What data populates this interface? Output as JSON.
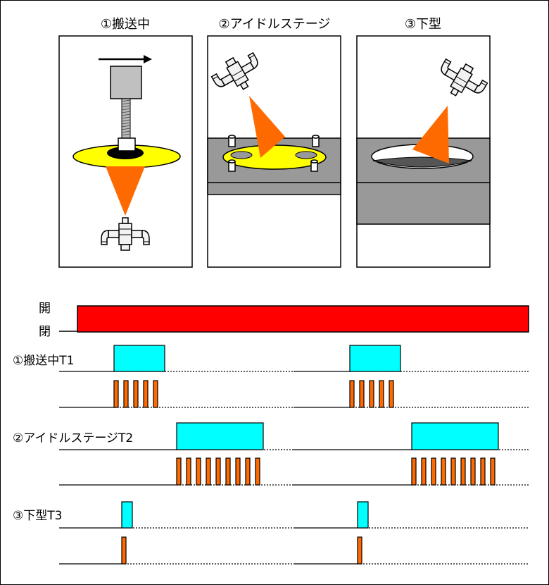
{
  "panels": [
    {
      "title": "①搬送中"
    },
    {
      "title": "②アイドルステージ"
    },
    {
      "title": "③下型"
    }
  ],
  "valve": {
    "open_label": "開",
    "closed_label": "閉"
  },
  "timers": [
    {
      "label": "①搬送中T1"
    },
    {
      "label": "②アイドルステージT2"
    },
    {
      "label": "③下型T3"
    }
  ],
  "colors": {
    "cone": "#FF6A00",
    "yellow_part": "#FFFF00",
    "die": "#999999",
    "valve_bar": "#FF0000",
    "timer_pulse": "#00FFFF",
    "spray_pulse": "#FF6A00",
    "outline": "#000000"
  },
  "icons": {
    "arrow": "right-arrow-icon",
    "spray_nozzle": "spray-nozzle-icon"
  }
}
